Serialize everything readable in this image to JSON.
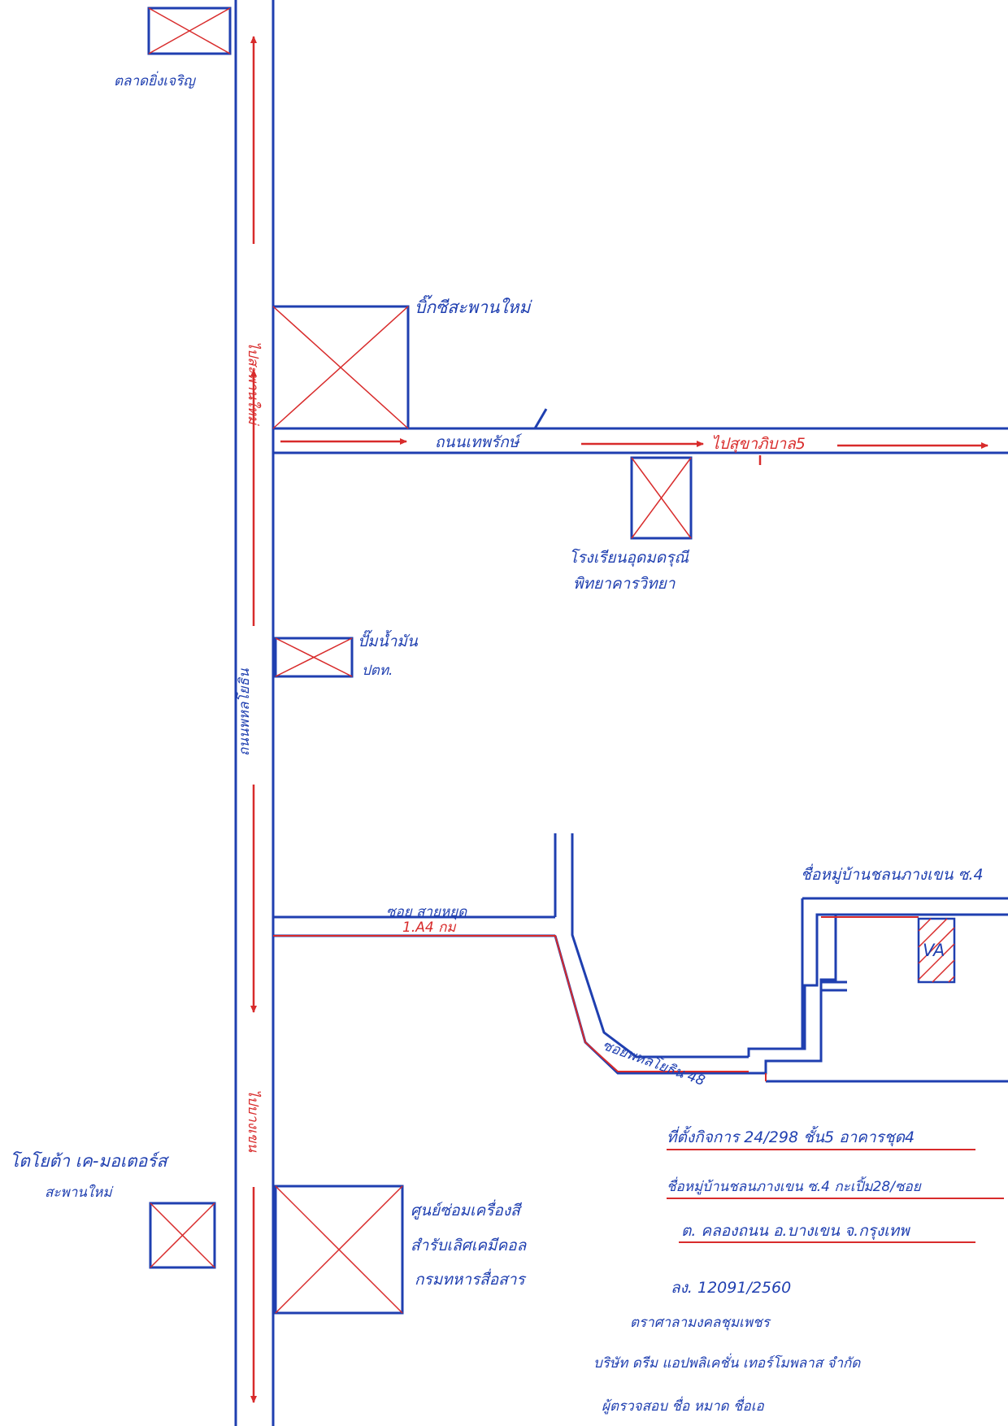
{
  "colors": {
    "blue_ink": "#1f3fb0",
    "red_ink": "#d82b2b",
    "paper": "#ffffff"
  },
  "labels": {
    "market": "ตลาดยิ่งเจริญ",
    "mall": "บิ๊กซีสะพานใหม่",
    "road_east": "ถนนเทพรักษ์",
    "to_east": "ไปสุขาภิบาล5",
    "school": "โรงเรียนอุดมดรุณี",
    "school_line2": "พิทยาคารวิทยา",
    "gas_station": "ปั๊มน้ำมัน",
    "gas_station_line2": "ปตท.",
    "highway": "ถนนพหลโยธิน",
    "to_north": "ไปสะพานใหม่",
    "to_south": "ไปบางเขน",
    "soi": "ซอย สายหยุด",
    "soi_distance": "1.A4 กม",
    "soi_curve": "ซอยพหลโยธิน 48",
    "village": "ชื่อหมู่บ้านชลนภางเขน ซ.4",
    "unit": "VA",
    "toyota": "โตโยต้า เค-มอเตอร์ส",
    "toyota_line2": "สะพานใหม่",
    "garage": "ศูนย์ซ่อมเครื่องสี",
    "garage_line2": "สำรับเลิศเคมีคอล",
    "garage_line3": "กรมทหารสื่อสาร"
  },
  "address": {
    "line1": "ที่ตั้งกิจการ 24/298 ชั้น5 อาคารชุด4",
    "line2": "ชื่อหมู่บ้านชลนภางเขน ซ.4 กะเปิ้ม28/ซอย",
    "line3": "ต. คลองถนน อ.บางเขน จ.กรุงเทพ",
    "line4": "ลง. 12091/2560",
    "line5": "ตราศาลามงคลชุมเพชร",
    "line6": "บริษัท ดรีม แอปพลิเคชั่น เทอร์โมพลาส จำกัด",
    "line7": "ผู้ตรวจสอบ ชื่อ หมาด ชื่อเอ"
  }
}
